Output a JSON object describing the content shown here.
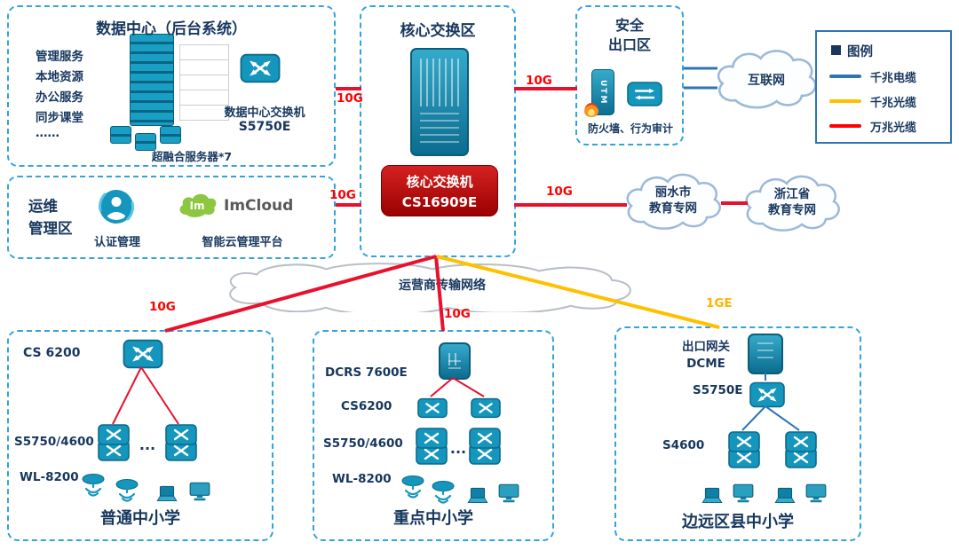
{
  "colors": {
    "navy_text": "#17375E",
    "teal_device": "#1596BC",
    "zone_border": "#33A3DC",
    "red_line": "#E8112D",
    "red_label": "#FF0000",
    "yellow_line": "#FFC000",
    "blue_line": "#2E75B6",
    "badge_red": "#C00000",
    "imcloud_green": "#8DC63F"
  },
  "data_center": {
    "title": "数据中心（后台系统）",
    "services": [
      "管理服务",
      "本地资源",
      "办公服务",
      "同步课堂",
      "……"
    ],
    "server_label": "超融合服务器*7",
    "switch_label": "数据中心交换机",
    "switch_model": "S5750E"
  },
  "ops_zone": {
    "title_line1": "运维",
    "title_line2": "管理区",
    "auth_label": "认证管理",
    "cloud_icon_text": "Im",
    "cloud_name": "ImCloud",
    "platform_label": "智能云管理平台"
  },
  "core_zone": {
    "title": "核心交换区",
    "badge_line1": "核心交换机",
    "badge_line2": "CS16909E"
  },
  "security_zone": {
    "title_line1": "安全",
    "title_line2": "出口区",
    "utm_label": "UTM",
    "caption": "防火墙、行为审计"
  },
  "clouds": {
    "internet": "互联网",
    "lishui_line1": "丽水市",
    "lishui_line2": "教育专网",
    "zhejiang_line1": "浙江省",
    "zhejiang_line2": "教育专网",
    "carrier": "运营商传输网络"
  },
  "legend": {
    "title": "图例",
    "items": [
      {
        "label": "千兆电缆",
        "color": "#2E75B6"
      },
      {
        "label": "千兆光缆",
        "color": "#FFC000"
      },
      {
        "label": "万兆光缆",
        "color": "#FF0000"
      }
    ]
  },
  "links": {
    "dc_to_core": "10G",
    "core_to_security": "10G",
    "ops_to_core": "10G",
    "core_to_lishui": "10G",
    "core_to_school1": "10G",
    "core_to_school2": "10G",
    "core_to_school3": "1GE"
  },
  "schools": [
    {
      "name": "普通中小学",
      "core_switch": "CS 6200",
      "access_switch": "S5750/4600",
      "wireless": "WL-8200",
      "dots": "..."
    },
    {
      "name": "重点中小学",
      "core_switch": "DCRS 7600E",
      "distribution_switch": "CS6200",
      "access_switch": "S5750/4600",
      "wireless": "WL-8200",
      "dots": "..."
    },
    {
      "name": "边远区县中小学",
      "gateway_line1": "出口网关",
      "gateway_line2": "DCME",
      "core_switch": "S5750E",
      "access_switch": "S4600"
    }
  ]
}
